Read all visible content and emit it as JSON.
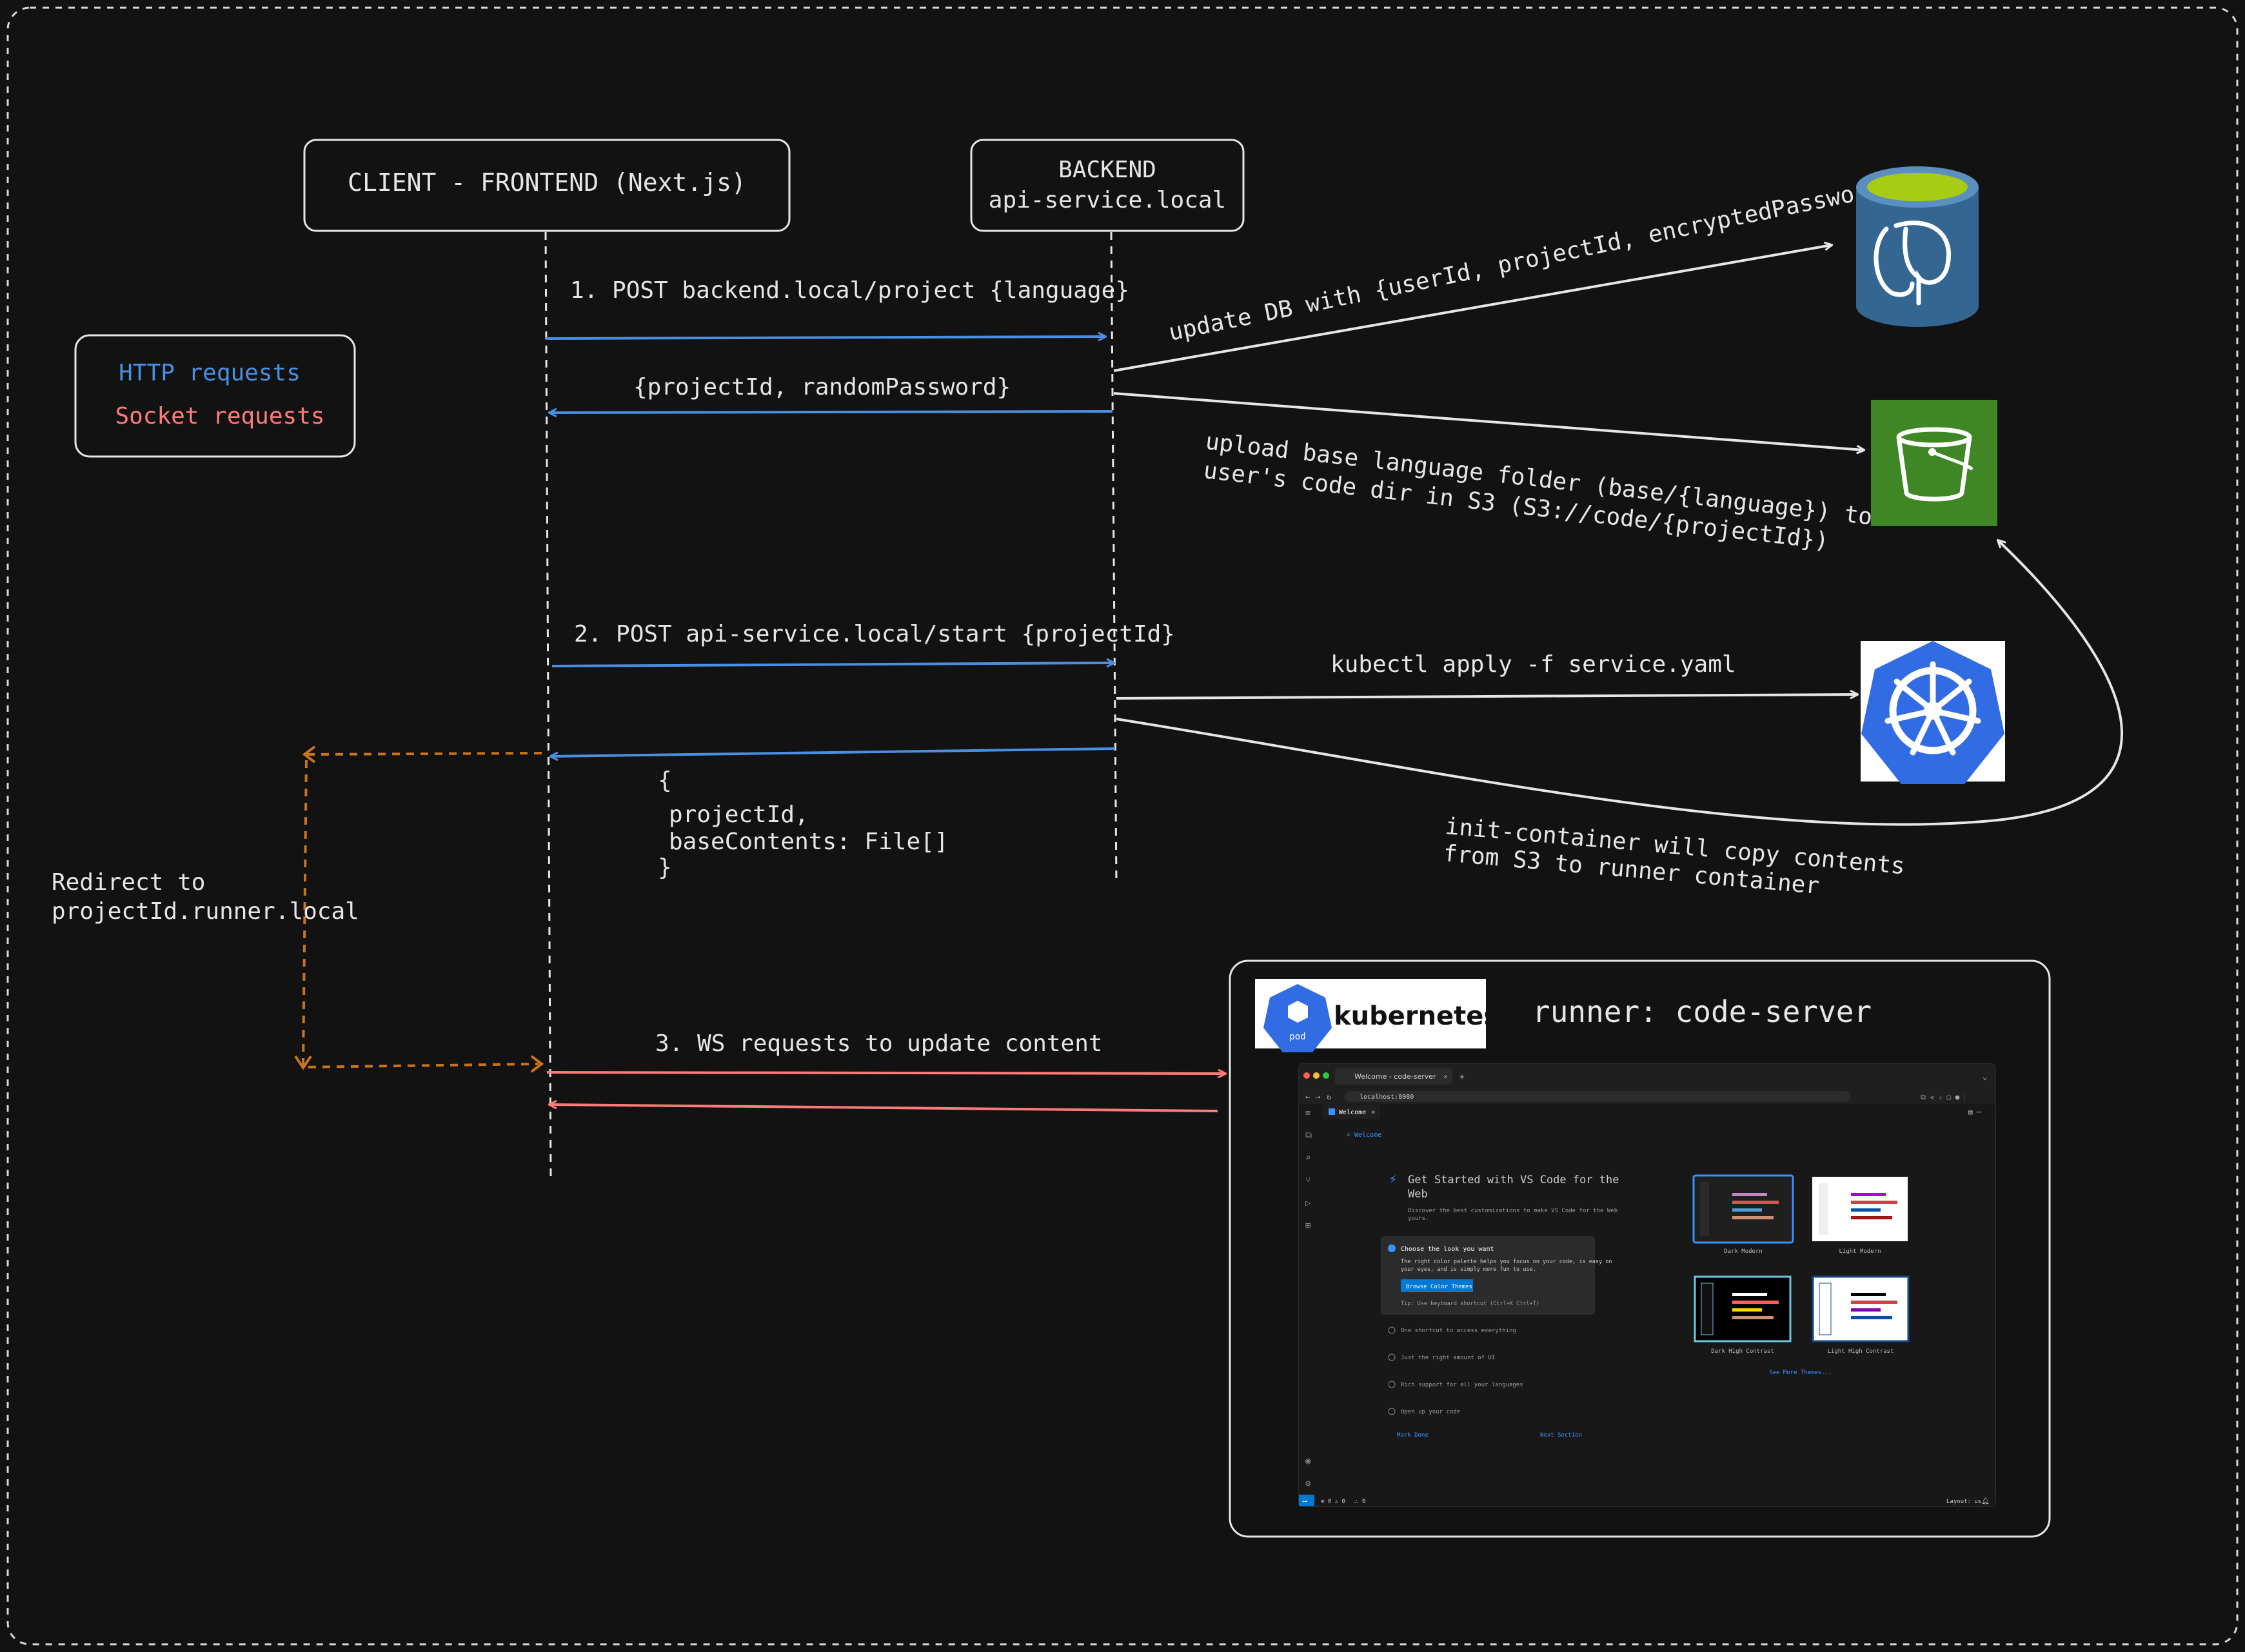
{
  "boxes": {
    "client": "CLIENT - FRONTEND (Next.js)",
    "backend_line1": "BACKEND",
    "backend_line2": "api-service.local"
  },
  "legend": {
    "http": "HTTP requests",
    "socket": "Socket requests"
  },
  "messages": {
    "step1": "1. POST backend.local/project {language}",
    "step1_response": "{projectId, randomPassword}",
    "step2": "2. POST api-service.local/start {projectId}",
    "step2_response_line1": "{",
    "step2_response_line2": "projectId,",
    "step2_response_line3": "baseContents: File[]",
    "step2_response_line4": "}",
    "redirect_line1": "Redirect to",
    "redirect_line2": "projectId.runner.local",
    "step3": "3. WS requests to update content"
  },
  "backend_actions": {
    "update_db": "update DB with {userId, projectId, encryptedPassword}",
    "upload_line1": "upload base language folder (base/{language}) to",
    "upload_line2": "user's code dir in S3 (S3://code/{projectId})",
    "kubectl": "kubectl apply -f service.yaml",
    "init_line1": "init-container will copy contents",
    "init_line2": "from S3 to runner container"
  },
  "runner": {
    "k8s_logo_text": "kubernetes",
    "pod_label": "pod",
    "title": "runner: code-server"
  },
  "vscode": {
    "tab_title": "Welcome - code-server",
    "url": "localhost:8080",
    "editor_tab": "Welcome",
    "breadcrumb": "< Welcome",
    "heading_line1": "Get Started with VS Code for the",
    "heading_line2": "Web",
    "subheading_line1": "Discover the best customizations to make VS Code for the Web",
    "subheading_line2": "yours.",
    "step_active": "Choose the look you want",
    "step_active_desc_line1": "The right color palette helps you focus on your code, is easy on",
    "step_active_desc_line2": "your eyes, and is simply more fun to use.",
    "browse_button": "Browse Color Themes",
    "tip": "Tip: Use keyboard shortcut (Ctrl+K Ctrl+T)",
    "steps": [
      "One shortcut to access everything",
      "Just the right amount of UI",
      "Rich support for all your languages",
      "Open up your code"
    ],
    "mark_done": "Mark Done",
    "next_section": "Next Section",
    "themes": [
      "Dark Modern",
      "Light Modern",
      "Dark High Contrast",
      "Light High Contrast"
    ],
    "see_more": "See More Themes...",
    "status_left": "⊗ 0 ⚠ 0",
    "status_ports": "0",
    "status_right": "Layout: us"
  },
  "colors": {
    "background": "#121212",
    "foreground": "#e6e6e6",
    "http": "#4a90e2",
    "socket": "#ff7b7b",
    "redirect": "#c8741e",
    "postgres_blue": "#336791",
    "postgres_top": "#a8cc14",
    "s3_green": "#3f8624",
    "k8s_blue": "#326ce5"
  }
}
